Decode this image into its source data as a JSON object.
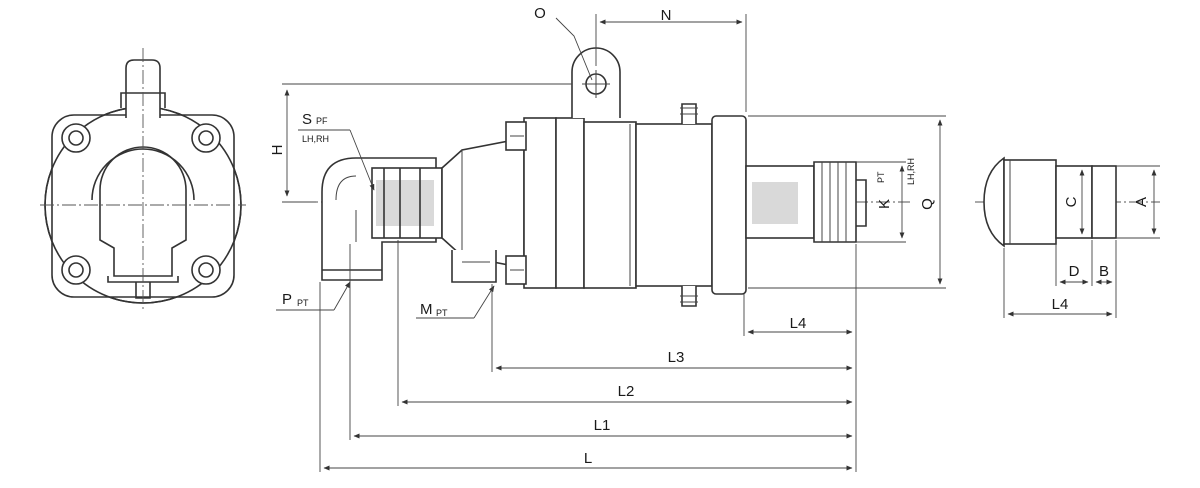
{
  "labels": {
    "O": "O",
    "N": "N",
    "H": "H",
    "S": "S",
    "S_sub": "PF",
    "S_sub2": "LH,RH",
    "P": "P",
    "P_sub": "PT",
    "M": "M",
    "M_sub": "PT",
    "K": "K",
    "K_sub": "PT",
    "K_sub2": "LH,RH",
    "Q": "Q",
    "L": "L",
    "L1": "L1",
    "L2": "L2",
    "L3": "L3",
    "L4_main": "L4",
    "L4_side": "L4",
    "A": "A",
    "B": "B",
    "C": "C",
    "D": "D"
  },
  "colors": {
    "line": "#333333",
    "background": "#ffffff"
  }
}
